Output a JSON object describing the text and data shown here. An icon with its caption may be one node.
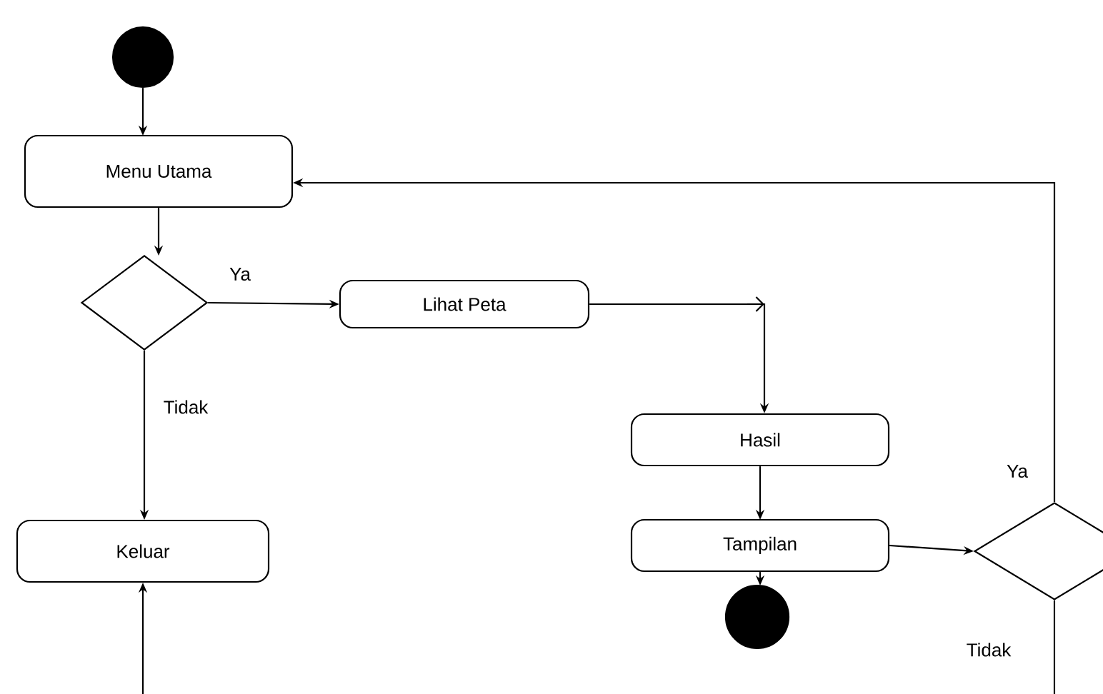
{
  "diagram": {
    "nodes": [
      {
        "text": [],
        "shape": "circle"
      },
      {
        "text": [
          "Menu Utama"
        ]
      },
      {
        "text": [],
        "shape": "diamond"
      },
      {
        "text": [
          "Lihat Peta"
        ]
      },
      {
        "text": [
          "Hasil"
        ]
      },
      {
        "text": [
          "Keluar"
        ]
      },
      {
        "text": [
          "Tampilan"
        ]
      },
      {
        "text": [],
        "shape": "diamond"
      },
      {
        "text": [],
        "shape": "circle"
      }
    ],
    "edges": [
      {
        "from": 0,
        "to": 1,
        "arrow": "to"
      },
      {
        "from": 1,
        "to": 2,
        "arrow": "to"
      },
      {
        "from": 2,
        "to": 3,
        "arrow": "to",
        "label": "Ya"
      },
      {
        "from": 2,
        "to": 5,
        "arrow": "to",
        "label": "Tidak"
      },
      {
        "from": 3,
        "to": 4,
        "arrow": "to"
      },
      {
        "from": 4,
        "to": 6,
        "arrow": "to"
      },
      {
        "from": 6,
        "to": 8,
        "arrow": "to"
      },
      {
        "from": 6,
        "to": 7,
        "arrow": "to"
      },
      {
        "from": 7,
        "to": 1,
        "arrow": "to",
        "label": "Ya"
      },
      {
        "from": 7,
        "to": null,
        "arrow": "none",
        "label": "Tidak"
      },
      {
        "from": null,
        "to": 5,
        "arrow": "to"
      }
    ]
  }
}
